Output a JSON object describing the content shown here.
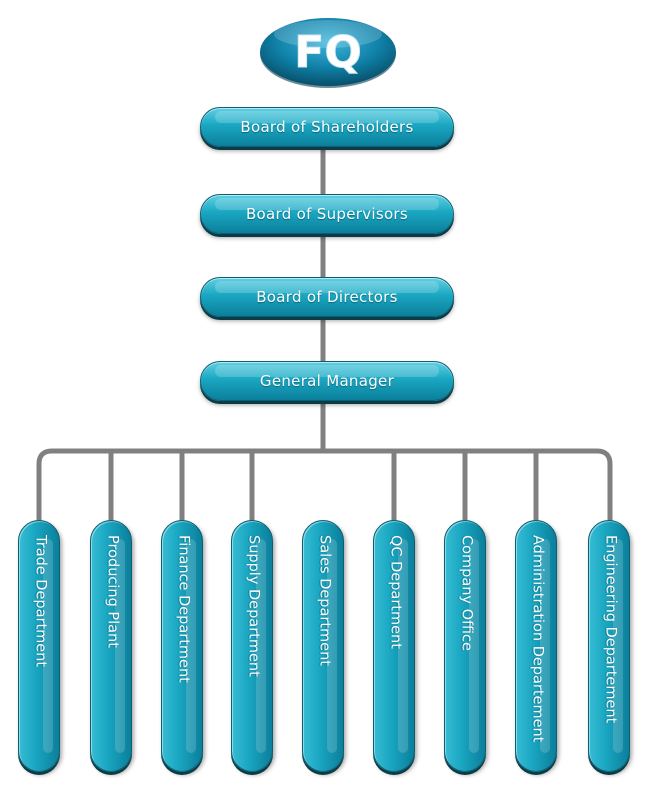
{
  "logo": {
    "text": "FQ"
  },
  "chain": [
    "Board of Shareholders",
    "Board of Supervisors",
    "Board of Directors",
    "General Manager"
  ],
  "departments": [
    "Trade Department",
    "Producing Plant",
    "Finance Department",
    "Supply Department",
    "Sales Department",
    "QC Department",
    "Company Office",
    "Administration Departement",
    "Engineering Departement"
  ],
  "colors": {
    "box_top": "#5fd0e2",
    "box_mid": "#1aa7c2",
    "box_bottom": "#0b7f9b",
    "connector": "#808080",
    "logo_blue": "#0f7fa6"
  }
}
